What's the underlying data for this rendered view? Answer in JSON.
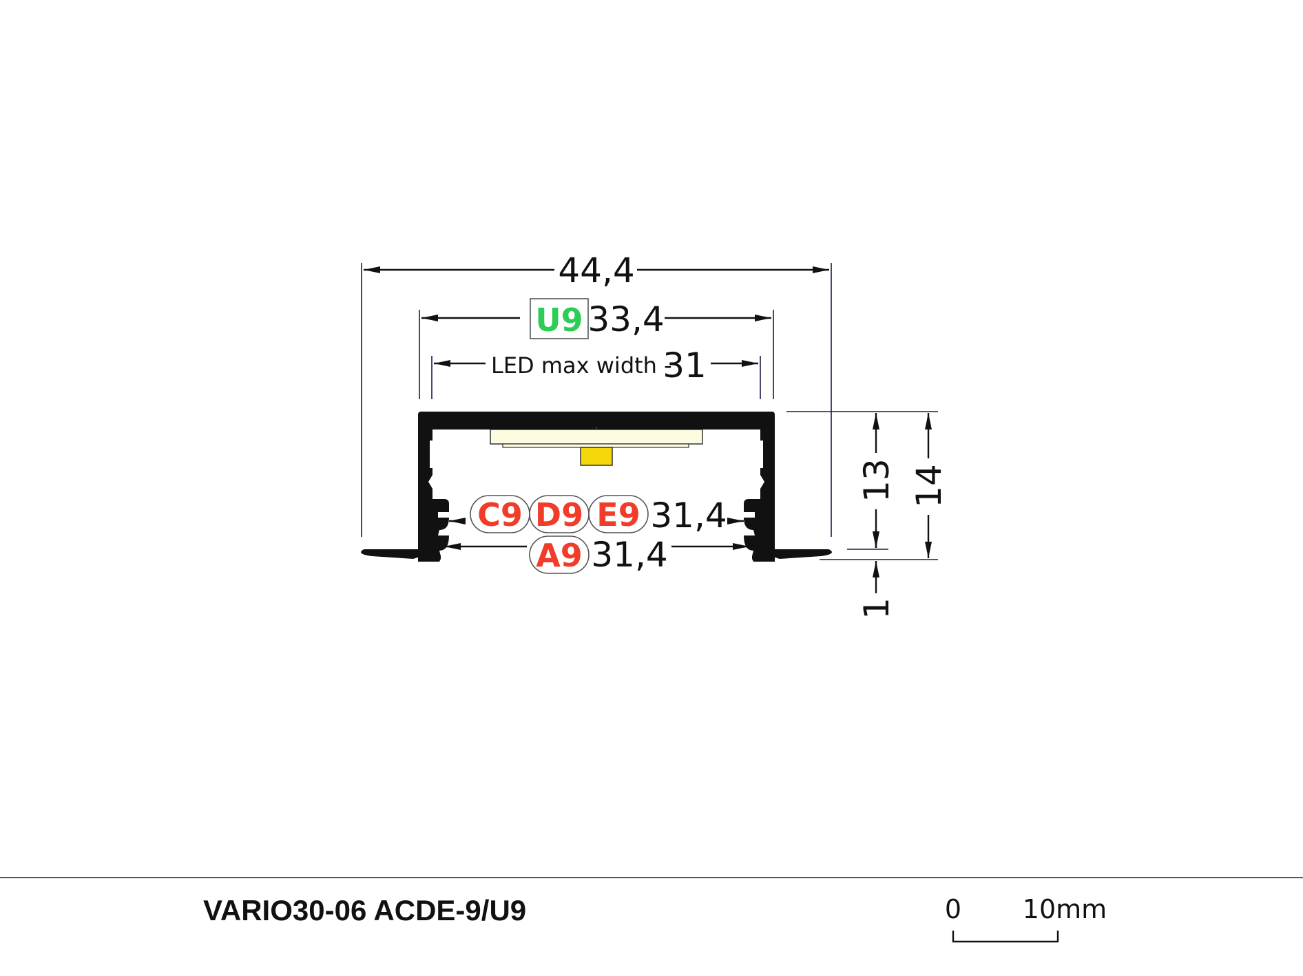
{
  "dimensions": {
    "overall_width": "44,4",
    "u9_width": "33,4",
    "led_label": "LED max width -",
    "led_width": "31",
    "cde_width": "31,4",
    "a9_width": "31,4",
    "height_13": "13",
    "height_14": "14",
    "flange_1": "1"
  },
  "codes": {
    "u9": {
      "label": "U9",
      "color": "#2ecc55"
    },
    "c9": {
      "label": "C9",
      "color": "#f03c28"
    },
    "d9": {
      "label": "D9",
      "color": "#f03c28"
    },
    "e9": {
      "label": "E9",
      "color": "#f03c28"
    },
    "a9": {
      "label": "A9",
      "color": "#f03c28"
    }
  },
  "footer": {
    "product_name": "VARIO30-06 ACDE-9/U9",
    "scale_start": "0",
    "scale_end": "10mm"
  },
  "colors": {
    "profile": "#111111",
    "led_strip": "#fdfbe0",
    "led_chip": "#f5d80a",
    "line_accent": "#1a1a4a"
  }
}
